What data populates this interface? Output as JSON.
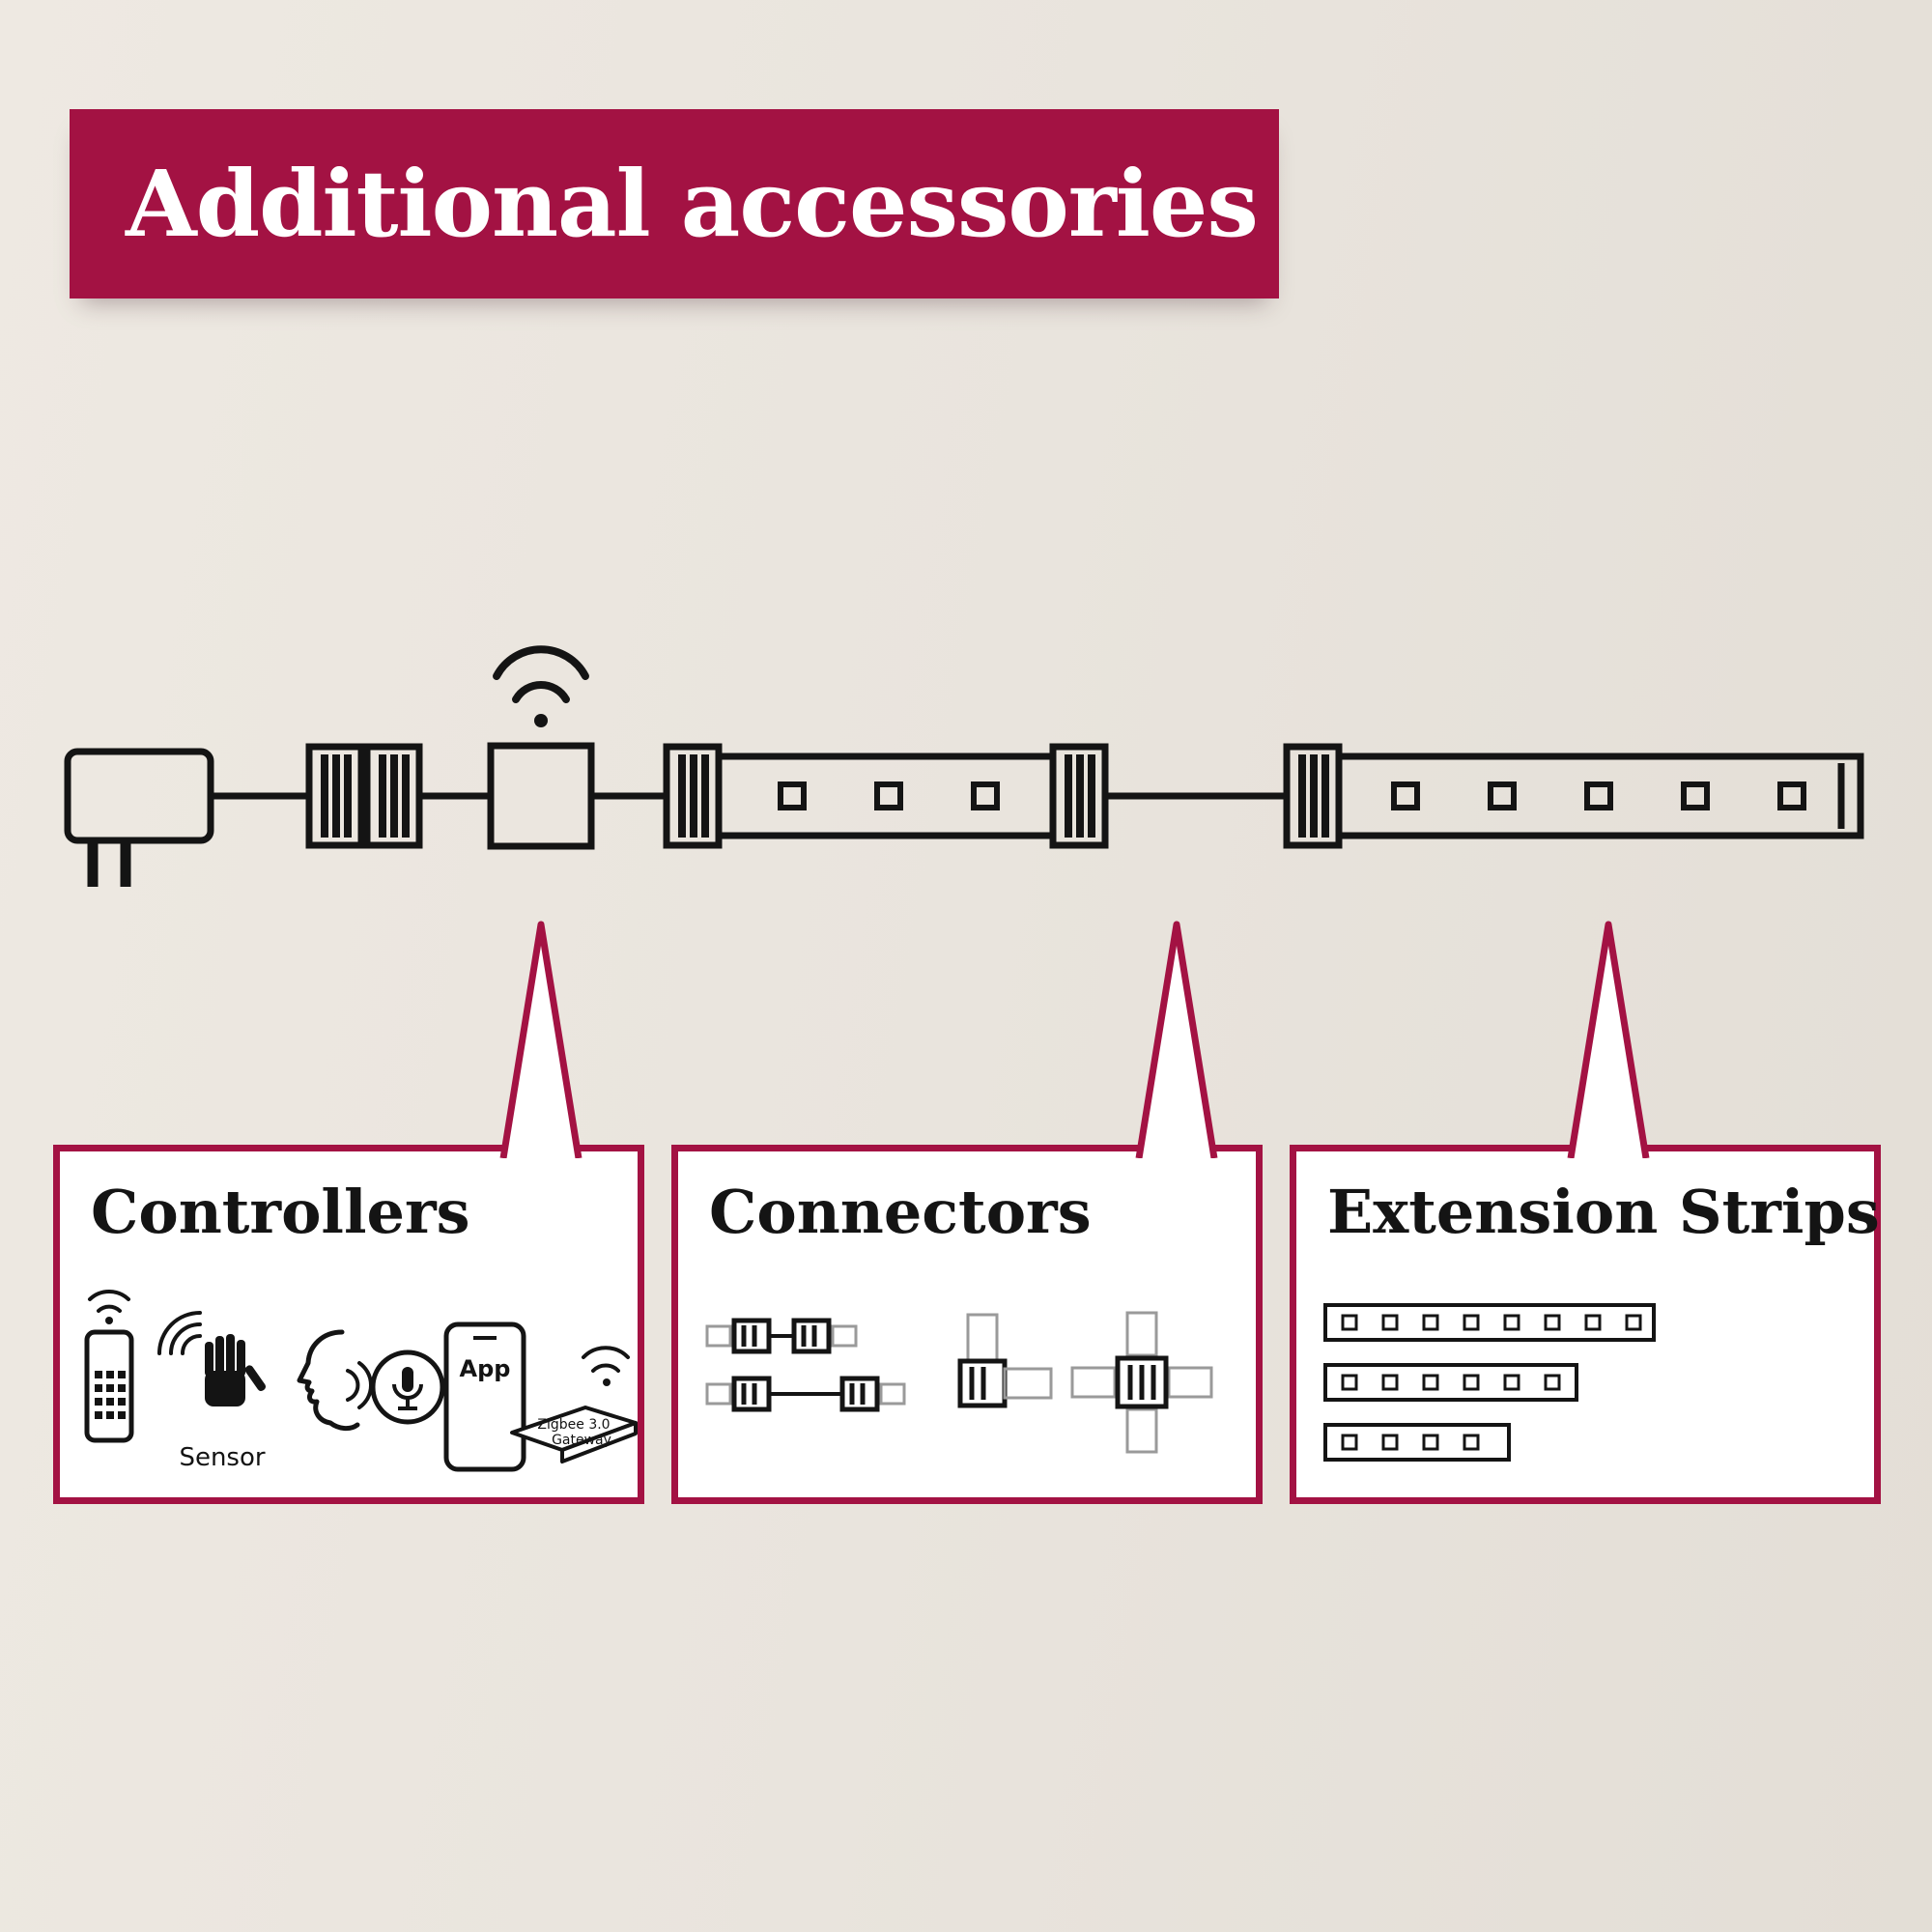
{
  "header": {
    "title": "Additional accessories"
  },
  "theme": {
    "accent_red": "#a31243",
    "background": "#e9e4dd",
    "line_color": "#141414",
    "panel_background": "#ffffff"
  },
  "diagram": {
    "name": "led-strip-system-wiring",
    "components": [
      {
        "name": "power-plug"
      },
      {
        "name": "strip-connector"
      },
      {
        "name": "wifi-controller",
        "icon": "wifi-icon"
      },
      {
        "name": "led-strip-segment",
        "leds": 3
      },
      {
        "name": "led-strip-extension",
        "leds": 5
      }
    ]
  },
  "callouts": [
    {
      "title": "Controllers",
      "icons": [
        "remote-control-icon",
        "motion-sensor-icon",
        "voice-assistant-icon",
        "smartphone-app-icon",
        "zigbee-gateway-icon"
      ],
      "labels": {
        "sensor": "Sensor",
        "app": "App",
        "gateway_line1": "Zigbee 3.0",
        "gateway_line2": "Gateway"
      }
    },
    {
      "title": "Connectors",
      "icons": [
        "straight-connector-icon",
        "corner-connector-icon",
        "cross-connector-icon"
      ]
    },
    {
      "title": "Extension Strips",
      "icons": [
        "extension-strip-long-icon",
        "extension-strip-medium-icon",
        "extension-strip-short-icon"
      ]
    }
  ]
}
